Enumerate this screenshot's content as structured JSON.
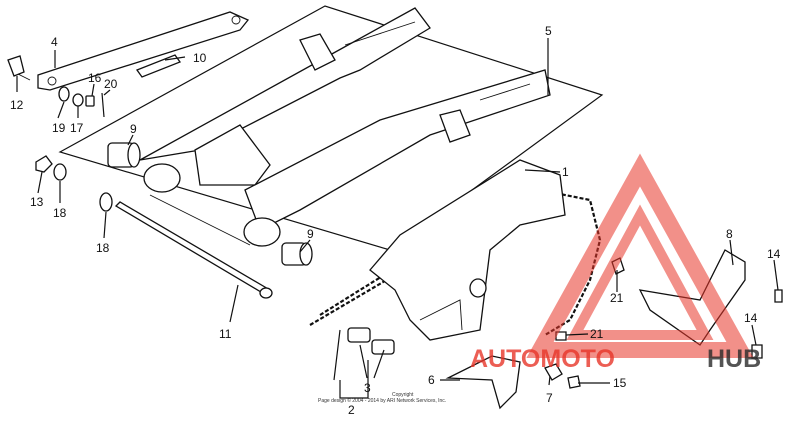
{
  "callouts": {
    "c1": "1",
    "c2": "2",
    "c3": "3",
    "c4": "4",
    "c5": "5",
    "c6": "6",
    "c7": "7",
    "c8": "8",
    "c9a": "9",
    "c9b": "9",
    "c10": "10",
    "c11": "11",
    "c12": "12",
    "c13": "13",
    "c14a": "14",
    "c14b": "14",
    "c15": "15",
    "c16": "16",
    "c17": "17",
    "c18a": "18",
    "c18b": "18",
    "c19": "19",
    "c20": "20",
    "c21a": "21",
    "c21b": "21"
  },
  "watermark": {
    "text_red": "AUTOMOTO",
    "text_dark": "HUB",
    "color_red": "#e8362a",
    "color_dark": "#2a2a2a"
  },
  "copyright": {
    "line1": "Copyright",
    "line2": "Page design © 2004 - 2014 by ARI Network Services, Inc."
  }
}
